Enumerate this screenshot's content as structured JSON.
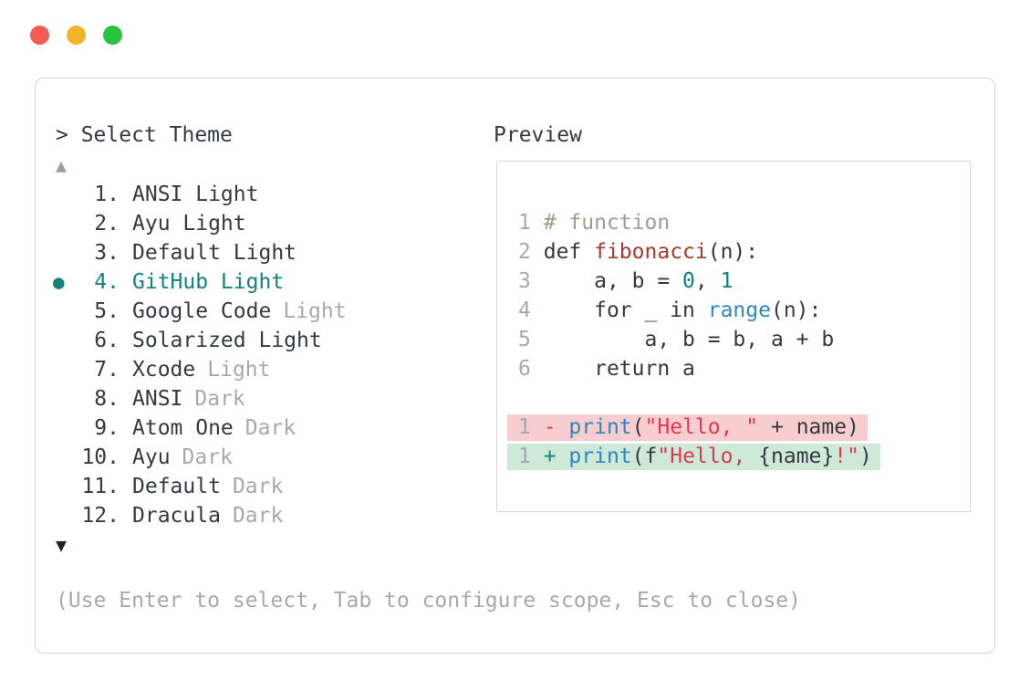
{
  "window": {
    "prompt": "> Select Theme",
    "preview_label": "Preview",
    "scroll_up": "▲",
    "scroll_down": "▼",
    "hint": "(Use Enter to select, Tab to configure scope, Esc to close)"
  },
  "window_controls": {
    "close": "close-button",
    "minimize": "minimize-button",
    "zoom": "zoom-button"
  },
  "theme_list": {
    "selected_number": "4.",
    "selected_marker": "●",
    "items": [
      {
        "num": "1.",
        "name": "ANSI Light",
        "muted": "",
        "selected": false
      },
      {
        "num": "2.",
        "name": "Ayu Light",
        "muted": "",
        "selected": false
      },
      {
        "num": "3.",
        "name": "Default Light",
        "muted": "",
        "selected": false
      },
      {
        "num": "4.",
        "name": "GitHub Light",
        "muted": "",
        "selected": true
      },
      {
        "num": "5.",
        "name": "Google Code",
        "muted": "Light",
        "selected": false
      },
      {
        "num": "6.",
        "name": "Solarized Light",
        "muted": "",
        "selected": false
      },
      {
        "num": "7.",
        "name": "Xcode",
        "muted": "Light",
        "selected": false
      },
      {
        "num": "8.",
        "name": "ANSI",
        "muted": "Dark",
        "selected": false
      },
      {
        "num": "9.",
        "name": "Atom One",
        "muted": "Dark",
        "selected": false
      },
      {
        "num": "10.",
        "name": "Ayu",
        "muted": "Dark",
        "selected": false
      },
      {
        "num": "11.",
        "name": "Default",
        "muted": "Dark",
        "selected": false
      },
      {
        "num": "12.",
        "name": "Dracula",
        "muted": "Dark",
        "selected": false
      }
    ]
  },
  "preview": {
    "code_lines": [
      {
        "num": "1",
        "tokens": [
          {
            "t": "# function",
            "c": "comment"
          }
        ]
      },
      {
        "num": "2",
        "tokens": [
          {
            "t": "def ",
            "c": "plain"
          },
          {
            "t": "fibonacci",
            "c": "func"
          },
          {
            "t": "(n):",
            "c": "plain"
          }
        ]
      },
      {
        "num": "3",
        "tokens": [
          {
            "t": "    a, b = ",
            "c": "plain"
          },
          {
            "t": "0",
            "c": "number"
          },
          {
            "t": ", ",
            "c": "plain"
          },
          {
            "t": "1",
            "c": "number"
          }
        ]
      },
      {
        "num": "4",
        "tokens": [
          {
            "t": "    for _ in ",
            "c": "plain"
          },
          {
            "t": "range",
            "c": "builtin"
          },
          {
            "t": "(n):",
            "c": "plain"
          }
        ]
      },
      {
        "num": "5",
        "tokens": [
          {
            "t": "        a, b = b, a + b",
            "c": "plain"
          }
        ]
      },
      {
        "num": "6",
        "tokens": [
          {
            "t": "    return a",
            "c": "plain"
          }
        ]
      }
    ],
    "diff_lines": [
      {
        "num": "1",
        "bg": "removed",
        "tokens": [
          {
            "t": "- ",
            "c": "sign-removed"
          },
          {
            "t": "print",
            "c": "builtin"
          },
          {
            "t": "(",
            "c": "plain"
          },
          {
            "t": "\"Hello, \"",
            "c": "string"
          },
          {
            "t": " + name)",
            "c": "plain"
          }
        ]
      },
      {
        "num": "1",
        "bg": "added",
        "tokens": [
          {
            "t": "+ ",
            "c": "sign-added"
          },
          {
            "t": "print",
            "c": "builtin"
          },
          {
            "t": "(f",
            "c": "plain"
          },
          {
            "t": "\"Hello, ",
            "c": "string"
          },
          {
            "t": "{name}",
            "c": "plain"
          },
          {
            "t": "!\"",
            "c": "string"
          },
          {
            "t": ")",
            "c": "plain"
          }
        ]
      }
    ]
  },
  "colors": {
    "text_dark": "#343a40",
    "muted": "#a5a9ad",
    "teal": "#12837b",
    "num_teal": "#0e7f87",
    "blue": "#2f86c1",
    "func_red": "#a53a2c",
    "string_red": "#dc3a53",
    "comment": "#9aa08e",
    "removed_bg": "#f8cdd0",
    "added_bg": "#cfe9d9",
    "win_border": "#d3d3d3",
    "box_border": "#d6d6d6",
    "tl_red": "#f25c52",
    "tl_yellow": "#f0b42d",
    "tl_green": "#28c33f"
  }
}
